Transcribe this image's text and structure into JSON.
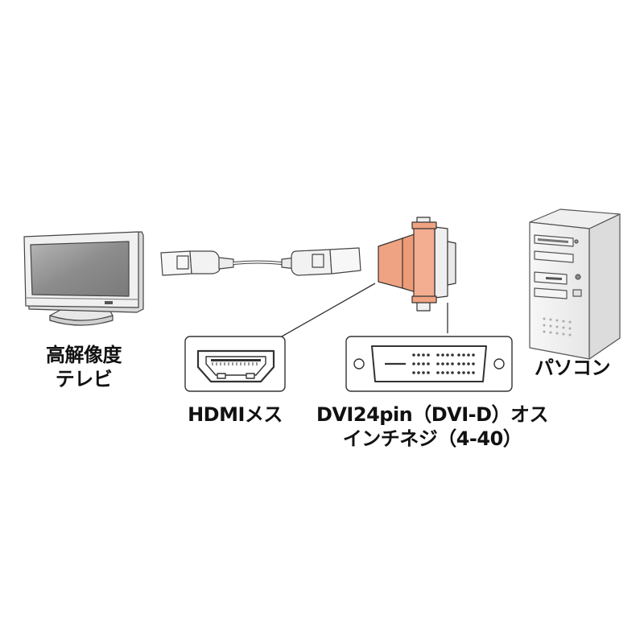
{
  "labels": {
    "tv": {
      "line1": "高解像度",
      "line2": "テレビ"
    },
    "hdmi": "HDMIメス",
    "dvi": {
      "line1": "DVI24pin（DVI-D）オス",
      "line2": "インチネジ（4-40）"
    },
    "pc": "パソコン"
  },
  "colors": {
    "adapter_body": "#f0a382",
    "adapter_outline": "#333333",
    "line": "#333333",
    "device_fill": "#f2f2f2",
    "screen_fill": "#9a9a9a"
  },
  "icons": [
    "tv-monitor-icon",
    "hdmi-cable-icon",
    "dvi-hdmi-adapter-icon",
    "hdmi-female-port-icon",
    "dvi-male-connector-icon",
    "pc-tower-icon"
  ]
}
